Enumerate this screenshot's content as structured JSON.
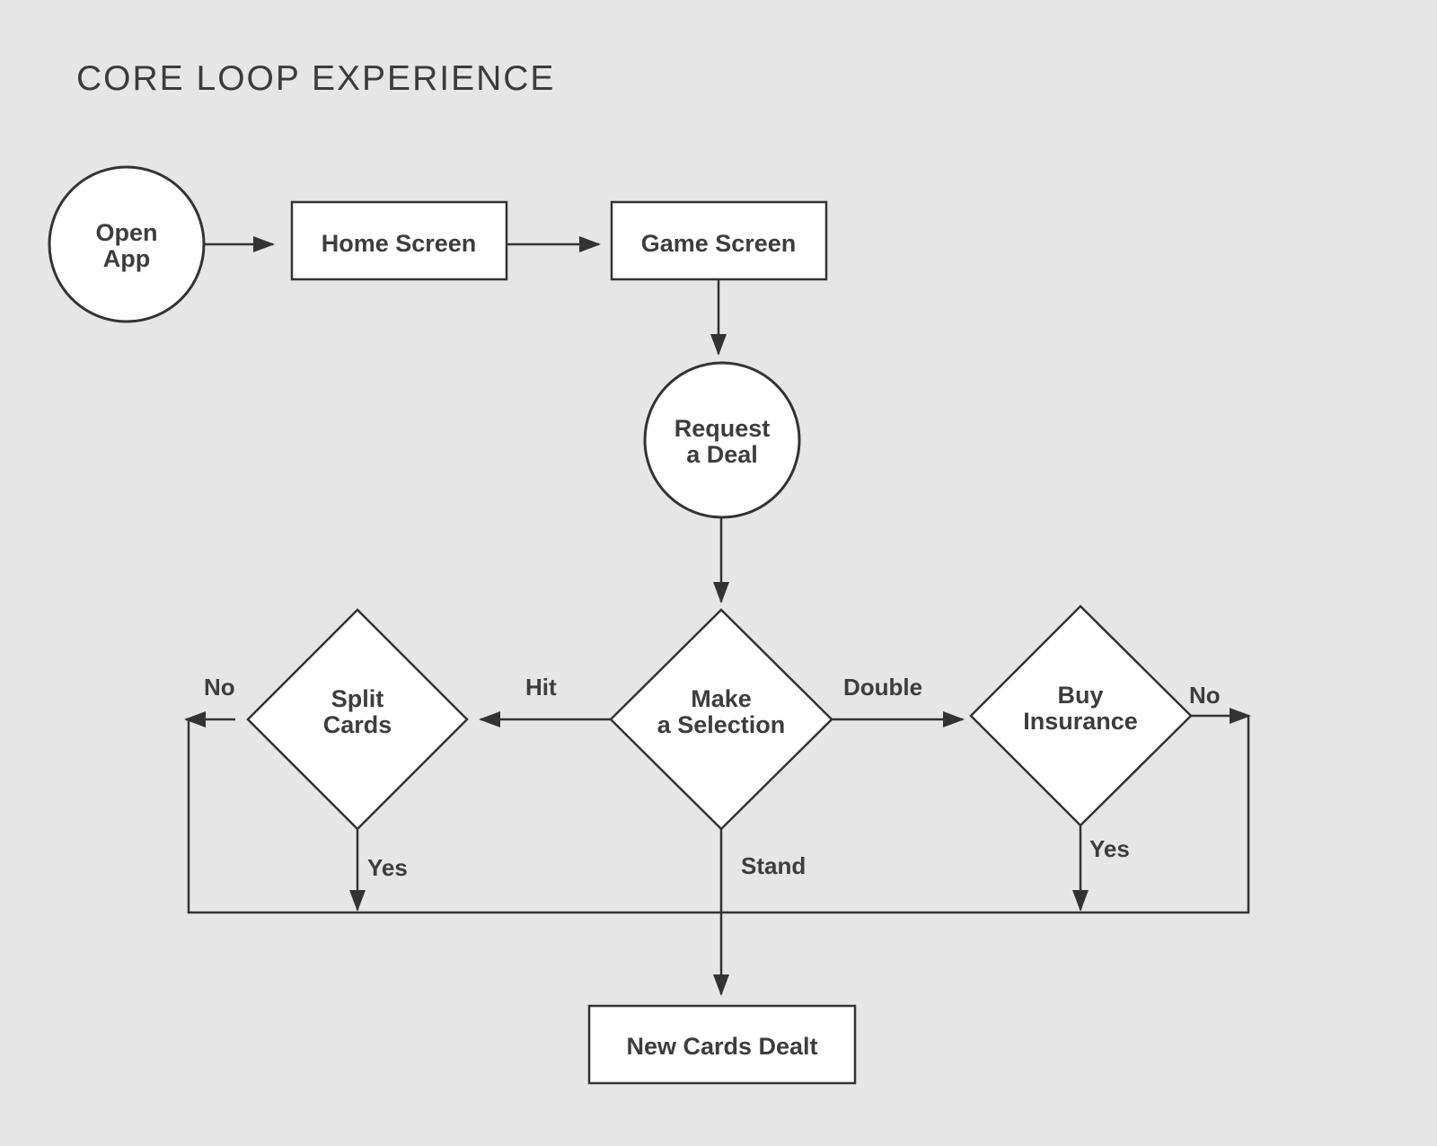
{
  "title": "CORE LOOP EXPERIENCE",
  "colors": {
    "background": "#e6e6e6",
    "stroke": "#333333",
    "node_fill": "#ffffff",
    "text": "#3d3d3d"
  },
  "nodes": {
    "open_app": {
      "line1": "Open",
      "line2": "App"
    },
    "home_screen": {
      "label": "Home Screen"
    },
    "game_screen": {
      "label": "Game Screen"
    },
    "request_deal": {
      "line1": "Request",
      "line2": "a Deal"
    },
    "make_selection": {
      "line1": "Make",
      "line2": "a Selection"
    },
    "split_cards": {
      "line1": "Split",
      "line2": "Cards"
    },
    "buy_insurance": {
      "line1": "Buy",
      "line2": "Insurance"
    },
    "new_cards_dealt": {
      "label": "New Cards Dealt"
    }
  },
  "edges": {
    "hit": "Hit",
    "double": "Double",
    "stand": "Stand",
    "split_no": "No",
    "split_yes": "Yes",
    "insurance_no": "No",
    "insurance_yes": "Yes"
  }
}
